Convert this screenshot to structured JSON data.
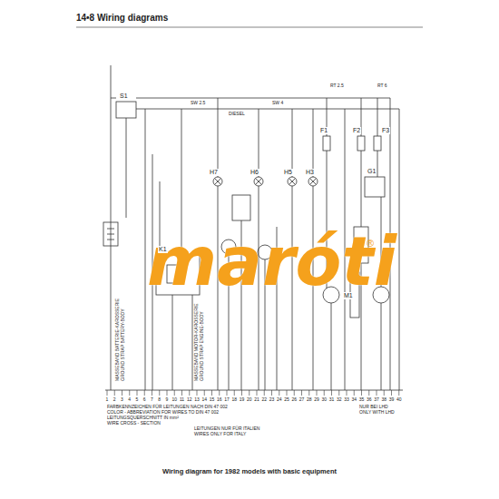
{
  "diagram": {
    "title": "14•8 Wiring diagrams",
    "caption": "Wiring diagram for 1982 models with basic equipment",
    "labels": [
      "1",
      "2",
      "3",
      "4",
      "5",
      "6",
      "7",
      "8",
      "9",
      "10",
      "11",
      "12",
      "13",
      "14",
      "15",
      "16",
      "17",
      "18",
      "19",
      "20",
      "21",
      "22",
      "23",
      "24",
      "25",
      "26",
      "27",
      "28",
      "29",
      "30",
      "31",
      "32",
      "33",
      "34",
      "35",
      "36",
      "37",
      "38",
      "39",
      "40",
      "maróti",
      "®",
      "S1",
      "K1",
      "H7",
      "H6",
      "H5",
      "H3",
      "F1",
      "F2",
      "F3",
      "G1",
      "M1",
      "SW 2.5",
      "SW 4",
      "RT 6",
      "RT 2.5",
      "DIESEL",
      "MASSEBAND BATTERIE-KAROSSERIE",
      "GROUND STRAP BATTERY-BODY",
      "MASSEBAND MOTOR-KAROSSERIE",
      "GROUND STRAP ENGINE-BODY",
      "FARBKENNZEICHEN FÜR LEITUNGEN NACH DIN 47 002",
      "COLOR - ABBREVIATION FOR WIRES TO DIN 47 002",
      "LEITUNGSQUERSCHNITT IN mm²",
      "WIRE CROSS - SECTION",
      "LEITUNGEN NUR FÜR ITALIEN",
      "WIRES ONLY FOR ITALY",
      "NUR BEI LHD",
      "ONLY WITH LHD"
    ]
  }
}
